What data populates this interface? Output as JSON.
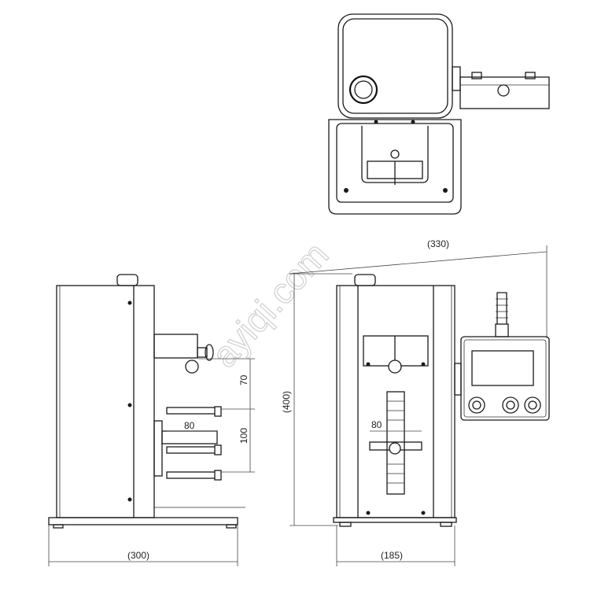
{
  "dimensions": {
    "top_width_330": "(330)",
    "height_400": "(400)",
    "left_width_300": "(300)",
    "front_width_185": "(185)",
    "spacing_70": "70",
    "spacing_100": "100",
    "clamp_80_side": "80",
    "clamp_80_front": "80"
  },
  "watermark": "ayiqi.com"
}
